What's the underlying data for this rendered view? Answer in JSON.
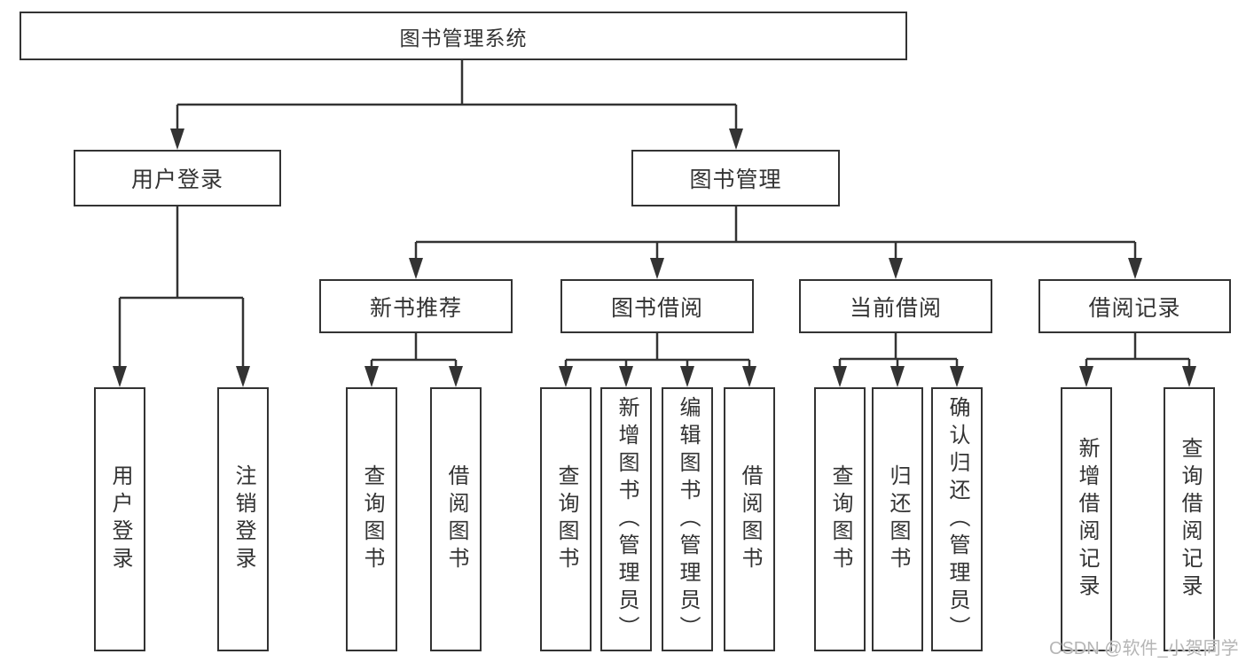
{
  "tree": {
    "root": {
      "label": "图书管理系统",
      "children": [
        {
          "label": "用户登录",
          "children": [
            {
              "label": "用户登录"
            },
            {
              "label": "注销登录"
            }
          ]
        },
        {
          "label": "图书管理",
          "children": [
            {
              "label": "新书推荐",
              "children": [
                {
                  "label": "查询图书"
                },
                {
                  "label": "借阅图书"
                }
              ]
            },
            {
              "label": "图书借阅",
              "children": [
                {
                  "label": "查询图书"
                },
                {
                  "label": "新增图书（管理员）"
                },
                {
                  "label": "编辑图书（管理员）"
                },
                {
                  "label": "借阅图书"
                }
              ]
            },
            {
              "label": "当前借阅",
              "children": [
                {
                  "label": "查询图书"
                },
                {
                  "label": "归还图书"
                },
                {
                  "label": "确认归还（管理员）"
                }
              ]
            },
            {
              "label": "借阅记录",
              "children": [
                {
                  "label": "新增借阅记录"
                },
                {
                  "label": "查询借阅记录"
                }
              ]
            }
          ]
        }
      ]
    }
  },
  "watermark": {
    "text": "CSDN @软件_小贺同学"
  },
  "colors": {
    "line": "#333333",
    "text": "#333333",
    "box_background": "#ffffff",
    "page_background": "#ffffff",
    "watermark": "#b5b5b5"
  }
}
